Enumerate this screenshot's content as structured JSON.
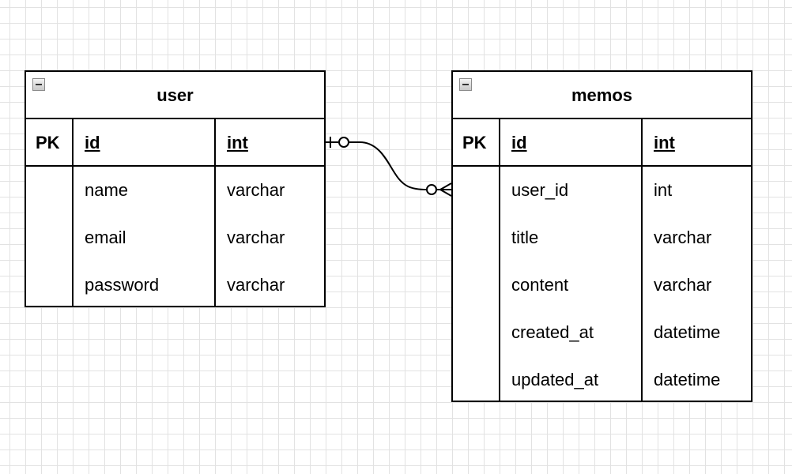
{
  "entities": {
    "user": {
      "name": "user",
      "pk_label": "PK",
      "pk_field": "id",
      "pk_type": "int",
      "fields": [
        {
          "name": "name",
          "type": "varchar"
        },
        {
          "name": "email",
          "type": "varchar"
        },
        {
          "name": "password",
          "type": "varchar"
        }
      ]
    },
    "memos": {
      "name": "memos",
      "pk_label": "PK",
      "pk_field": "id",
      "pk_type": "int",
      "fields": [
        {
          "name": "user_id",
          "type": "int"
        },
        {
          "name": "title",
          "type": "varchar"
        },
        {
          "name": "content",
          "type": "varchar"
        },
        {
          "name": "created_at",
          "type": "datetime"
        },
        {
          "name": "updated_at",
          "type": "datetime"
        }
      ]
    }
  },
  "relationship": {
    "from": "user.id",
    "to": "memos.user_id",
    "from_cardinality": "zero-or-one",
    "to_cardinality": "zero-or-many"
  }
}
